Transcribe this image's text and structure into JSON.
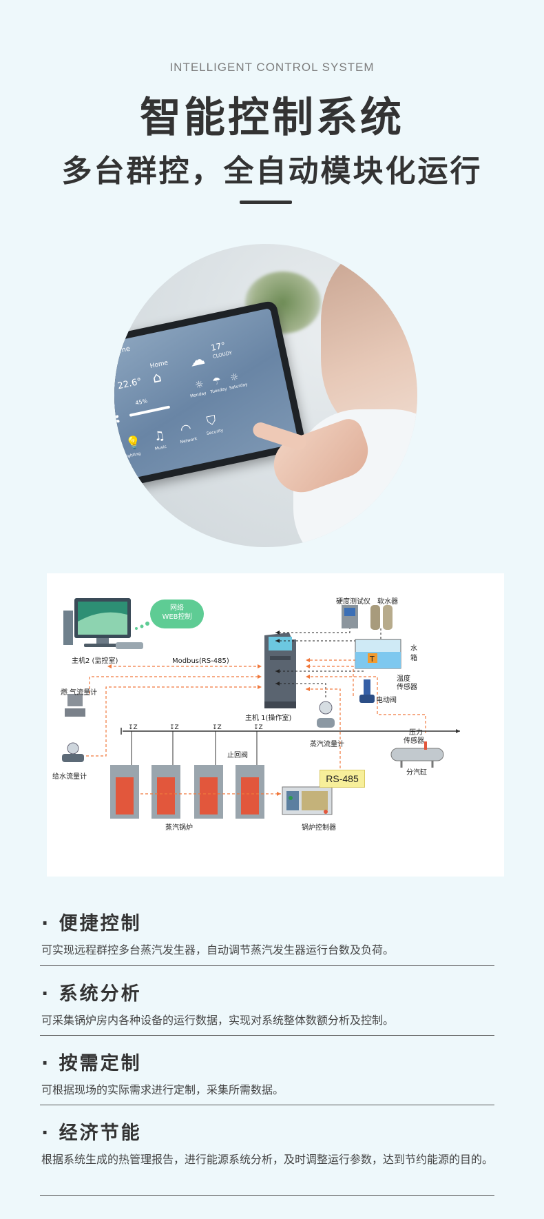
{
  "header": {
    "subtitle_en": "INTELLIGENT CONTROL SYSTEM",
    "title": "智能控制系统",
    "subtitle": "多台群控，全自动模块化运行"
  },
  "hero": {
    "tablet_screen": {
      "app_name": "Smart Home",
      "temperature": "22.6°",
      "home": "Home",
      "weather_temp": "17°",
      "weather_state": "CLOUDY",
      "fan_level": "45%",
      "days": [
        "Monday",
        "Tuesday",
        "Saturday"
      ],
      "menu": [
        "Lighting",
        "Music",
        "Network",
        "Security"
      ]
    }
  },
  "diagram": {
    "labels": {
      "web_cloud_line1": "网络",
      "web_cloud_line2": "WEB控制",
      "host2": "主机2 (监控室)",
      "modbus": "Modbus(RS-485)",
      "host1": "主机 1(操作室)",
      "gas_meter": "燃 气流量计",
      "water_meter": "给水流量计",
      "hardness": "硬度测试仪",
      "softener": "软水器",
      "tank": "水\n箱",
      "tank_top": "水",
      "tank_bottom": "箱",
      "temp_sensor_1": "温度",
      "temp_sensor_2": "传感器",
      "electric_valve": "电动阀",
      "steam_meter": "蒸汽流量计",
      "pressure_1": "压力",
      "pressure_2": "传感器",
      "header_tank": "分汽缸",
      "check_valve": "止回阀",
      "rs485": "RS-485",
      "boilers": "蒸汽锅炉",
      "controller": "锅炉控制器",
      "tank_badge": "T"
    },
    "colors": {
      "signal_line": "#f0783c",
      "data_line": "#222222",
      "cloud": "#5ecc94",
      "boiler": "#e2573c"
    }
  },
  "features": [
    {
      "title": "· 便捷控制",
      "text": "可实现远程群控多台蒸汽发生器，自动调节蒸汽发生器运行台数及负荷。"
    },
    {
      "title": "· 系统分析",
      "text": "可采集锅炉房内各种设备的运行数据，实现对系统整体数额分析及控制。"
    },
    {
      "title": "· 按需定制",
      "text": "可根据现场的实际需求进行定制，采集所需数据。"
    },
    {
      "title": "· 经济节能",
      "text": "根据系统生成的热管理报告，进行能源系统分析，及时调整运行参数，达到节约能源的目的。"
    }
  ]
}
